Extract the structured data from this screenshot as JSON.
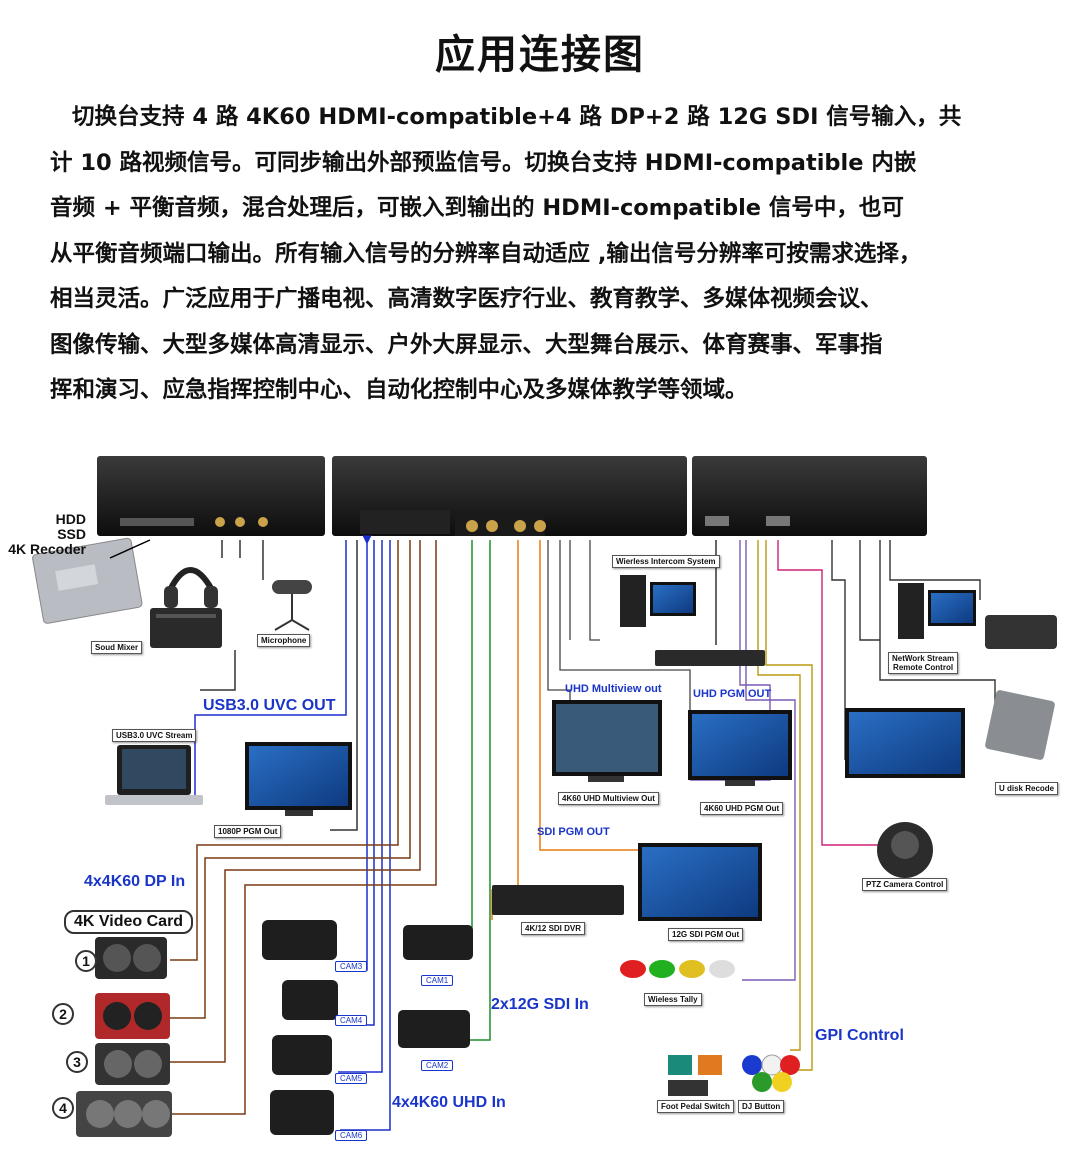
{
  "title": "应用连接图",
  "description_lines": [
    "切换台支持 4 路 4K60 HDMI-compatible+4 路 DP+2 路 12G SDI 信号输入，共",
    "计 10 路视频信号。可同步输出外部预监信号。切换台支持 HDMI-compatible 内嵌",
    "音频  +  平衡音频，混合处理后，可嵌入到输出的  HDMI-compatible  信号中，也可",
    "从平衡音频端口输出。所有输入信号的分辨率自动适应 ,输出信号分辨率可按需求选择，",
    "相当灵活。广泛应用于广播电视、高清数字医疗行业、教育教学、多媒体视频会议、",
    "图像传输、大型多媒体高清显示、户外大屏显示、大型舞台展示、体育赛事、军事指",
    "挥和演习、应急指挥控制中心、自动化控制中心及多媒体教学等领域。"
  ],
  "labels": {
    "storage": "HDD\nSSD\n4K Recoder",
    "usb_uvc_out": "USB3.0 UVC OUT",
    "dp_in": "4x4K60 DP In",
    "video_card": "4K Video Card",
    "sdi_in": "2x12G SDI In",
    "uhd_in": "4x4K60 UHD In",
    "uhd_multiview_out": "UHD Multiview out",
    "uhd_pgm_out": "UHD PGM OUT",
    "sdi_pgm_out": "SDI PGM OUT",
    "gpi_control": "GPI Control"
  },
  "device_tags": {
    "sound_mixer": "Soud Mixer",
    "microphone": "Microphone",
    "usb_stream": "USB3.0 UVC Stream",
    "pgm_1080p": "1080P PGM Out",
    "intercom": "Wierless Intercom System",
    "network_stream": "NetWork Stream\nRemote Control",
    "multiview_4k60": "4K60 UHD Multiview Out",
    "pgm_4k60": "4K60 UHD PGM Out",
    "udisk": "U disk Recode",
    "ptz": "PTZ Camera Control",
    "sdi_dvr": "4K/12 SDI DVR",
    "sdi_pgm": "12G SDI  PGM Out",
    "tally": "Wieless Tally",
    "foot_pedal": "Foot Pedal Switch",
    "dj_button": "DJ Button"
  },
  "cameras": [
    "CAM3",
    "CAM4",
    "CAM5",
    "CAM6",
    "CAM1",
    "CAM2"
  ],
  "card_numbers": [
    "1",
    "2",
    "3",
    "4"
  ],
  "colors": {
    "blue_label": "#1a35c9",
    "hdmi_line": "#1a2fcc",
    "dp_line": "#7a3a12",
    "sdi_line": "#1f8f2a",
    "sdi_out_line": "#e87a10",
    "gpi_line": "#b89a10",
    "ptz_line": "#d0207a"
  }
}
